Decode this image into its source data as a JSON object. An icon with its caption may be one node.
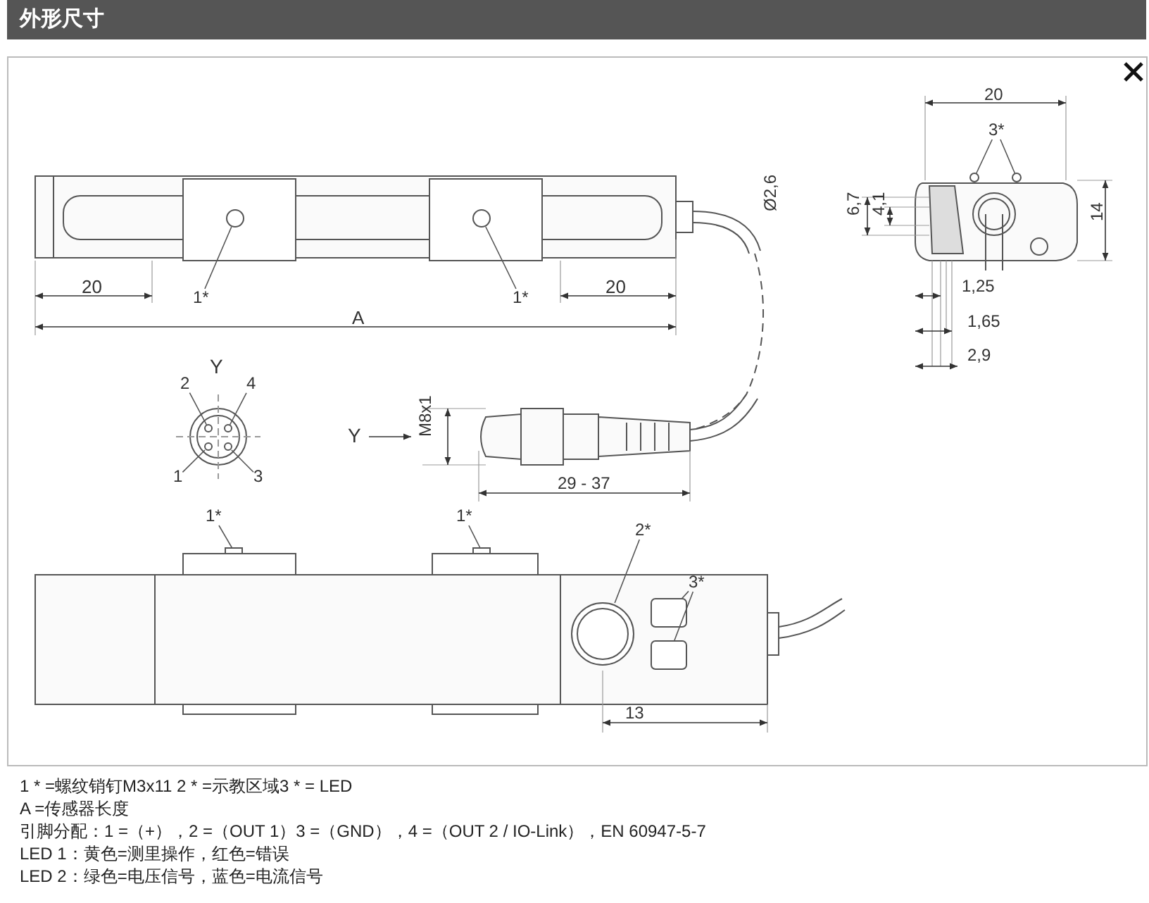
{
  "diagram": {
    "title": "外形尺寸",
    "nodes": [
      {
        "text": [
          "1*"
        ]
      },
      {
        "text": [
          "1*"
        ]
      },
      {
        "text": [
          "3*"
        ]
      },
      {
        "text": [
          "2"
        ]
      },
      {
        "text": [
          "4"
        ]
      },
      {
        "text": [
          "1"
        ]
      },
      {
        "text": [
          "3"
        ]
      },
      {
        "text": [
          "1*"
        ]
      },
      {
        "text": [
          "1*"
        ]
      },
      {
        "text": [
          "2*"
        ]
      },
      {
        "text": [
          "3*"
        ]
      },
      {
        "text": [],
        "shape": "circle"
      },
      {
        "text": [],
        "shape": "circle"
      },
      {
        "text": [],
        "shape": "circle"
      },
      {
        "text": [],
        "shape": "circle"
      },
      {
        "text": [],
        "shape": "circle"
      },
      {
        "text": [],
        "shape": "circle"
      },
      {
        "text": [],
        "shape": "circle"
      },
      {
        "text": [],
        "shape": "circle"
      },
      {
        "text": [],
        "shape": "box"
      },
      {
        "text": [],
        "shape": "box"
      },
      {
        "text": [],
        "shape": "circle"
      },
      {
        "text": [],
        "shape": "box"
      },
      {
        "text": [],
        "shape": "box"
      }
    ],
    "edges": [
      {
        "from": 0,
        "to": 11,
        "arrow": "none"
      },
      {
        "from": 1,
        "to": 12,
        "arrow": "none"
      },
      {
        "from": 2,
        "to": 13,
        "arrow": "none"
      },
      {
        "from": 2,
        "to": 14,
        "arrow": "none"
      },
      {
        "from": 3,
        "to": 15,
        "arrow": "none"
      },
      {
        "from": 4,
        "to": 16,
        "arrow": "none"
      },
      {
        "from": 5,
        "to": 17,
        "arrow": "none"
      },
      {
        "from": 6,
        "to": 18,
        "arrow": "none"
      },
      {
        "from": 7,
        "to": 19,
        "arrow": "none"
      },
      {
        "from": 8,
        "to": 20,
        "arrow": "none"
      },
      {
        "from": 9,
        "to": 21,
        "arrow": "none"
      },
      {
        "from": 10,
        "to": 22,
        "arrow": "none"
      },
      {
        "from": 10,
        "to": 23,
        "arrow": "none"
      }
    ],
    "labels": [
      "20",
      "Ø2,6",
      "6,7",
      "4,1",
      "14",
      "20",
      "20",
      "A",
      "1,25",
      "1,65",
      "2,9",
      "Y",
      "M8x1",
      "Y",
      "29 - 37",
      "13",
      "1 * =螺纹销钉M3x11 2 * =示教区域3 * = LED",
      "A =传感器长度",
      "引脚分配：1 =（+），2 =（OUT 1）3 =（GND），4 =（OUT 2 / IO-Link），EN 60947-5-7",
      "LED 1：黄色=测里操作，红色=错误",
      "LED 2：绿色=电压信号，蓝色=电流信号"
    ]
  }
}
